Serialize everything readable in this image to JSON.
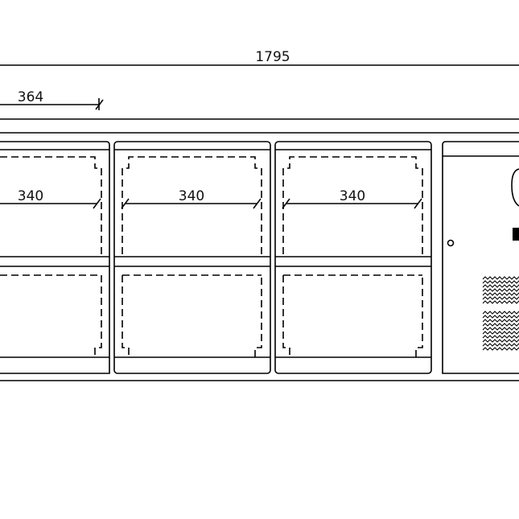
{
  "dimensions": {
    "overall_width": "1795",
    "door_offset": "364",
    "door_widths": [
      "340",
      "340",
      "340"
    ]
  },
  "colors": {
    "line": "#000000",
    "background": "#ffffff"
  }
}
